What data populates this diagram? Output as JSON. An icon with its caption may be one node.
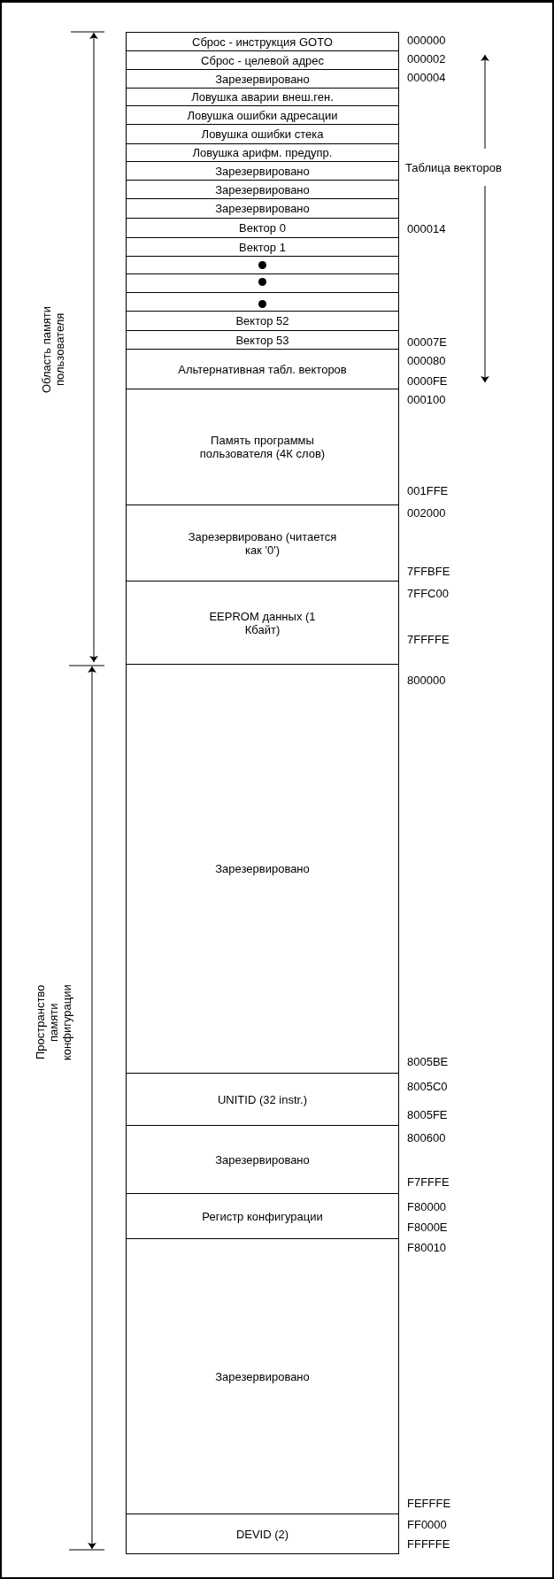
{
  "diagram": {
    "nodes": [
      {
        "text": [
          "Сброс - инструкция GOTO"
        ]
      },
      {
        "text": [
          "Сброс - целевой адрес"
        ]
      },
      {
        "text": [
          "Зарезервировано"
        ]
      },
      {
        "text": [
          "Ловушка аварии внеш.ген."
        ]
      },
      {
        "text": [
          "Ловушка ошибки адресации"
        ]
      },
      {
        "text": [
          "Ловушка ошибки стека"
        ]
      },
      {
        "text": [
          "Ловушка арифм. предупр."
        ]
      },
      {
        "text": [
          "Зарезервировано"
        ]
      },
      {
        "text": [
          "Зарезервировано"
        ]
      },
      {
        "text": [
          "Зарезервировано"
        ]
      },
      {
        "text": [
          "Вектор 0"
        ]
      },
      {
        "text": [
          "Вектор 1"
        ]
      },
      {
        "text": [],
        "shape": "box"
      },
      {
        "text": [],
        "shape": "box"
      },
      {
        "text": [],
        "shape": "box"
      },
      {
        "text": [
          "Вектор 52"
        ]
      },
      {
        "text": [
          "Вектор 53"
        ]
      },
      {
        "text": [
          "Альтернативная табл. векторов"
        ]
      },
      {
        "text": [
          "Память программы пользователя (4К слов)"
        ]
      },
      {
        "text": [
          "Зарезервировано (читается как '0')"
        ]
      },
      {
        "text": [
          "EEPROM данных (1 Кбайт)"
        ]
      },
      {
        "text": [
          "Зарезервировано"
        ]
      },
      {
        "text": [
          "UNITID (32 instr.)"
        ]
      },
      {
        "text": [
          "Зарезервировано"
        ]
      },
      {
        "text": [
          "Регистр конфигурации"
        ]
      },
      {
        "text": [
          "Зарезервировано"
        ]
      },
      {
        "text": [
          "DEVID (2)"
        ]
      }
    ],
    "edges": [],
    "labels": [
      "Область памяти пользователя",
      "000000",
      "000002",
      "000004",
      "Таблица векторов",
      "000014",
      "00007E",
      "000080",
      "0000FE",
      "000100",
      "001FFE",
      "002000",
      "7FFBFE",
      "7FFC00",
      "7FFFFE",
      "Пространство памяти конфигурации",
      "800000",
      "8005BE",
      "8005C0",
      "8005FE",
      "800600",
      "F7FFFE",
      "F80000",
      "F8000E",
      "F80010",
      "FEFFFE",
      "FF0000",
      "FFFFFE"
    ]
  }
}
